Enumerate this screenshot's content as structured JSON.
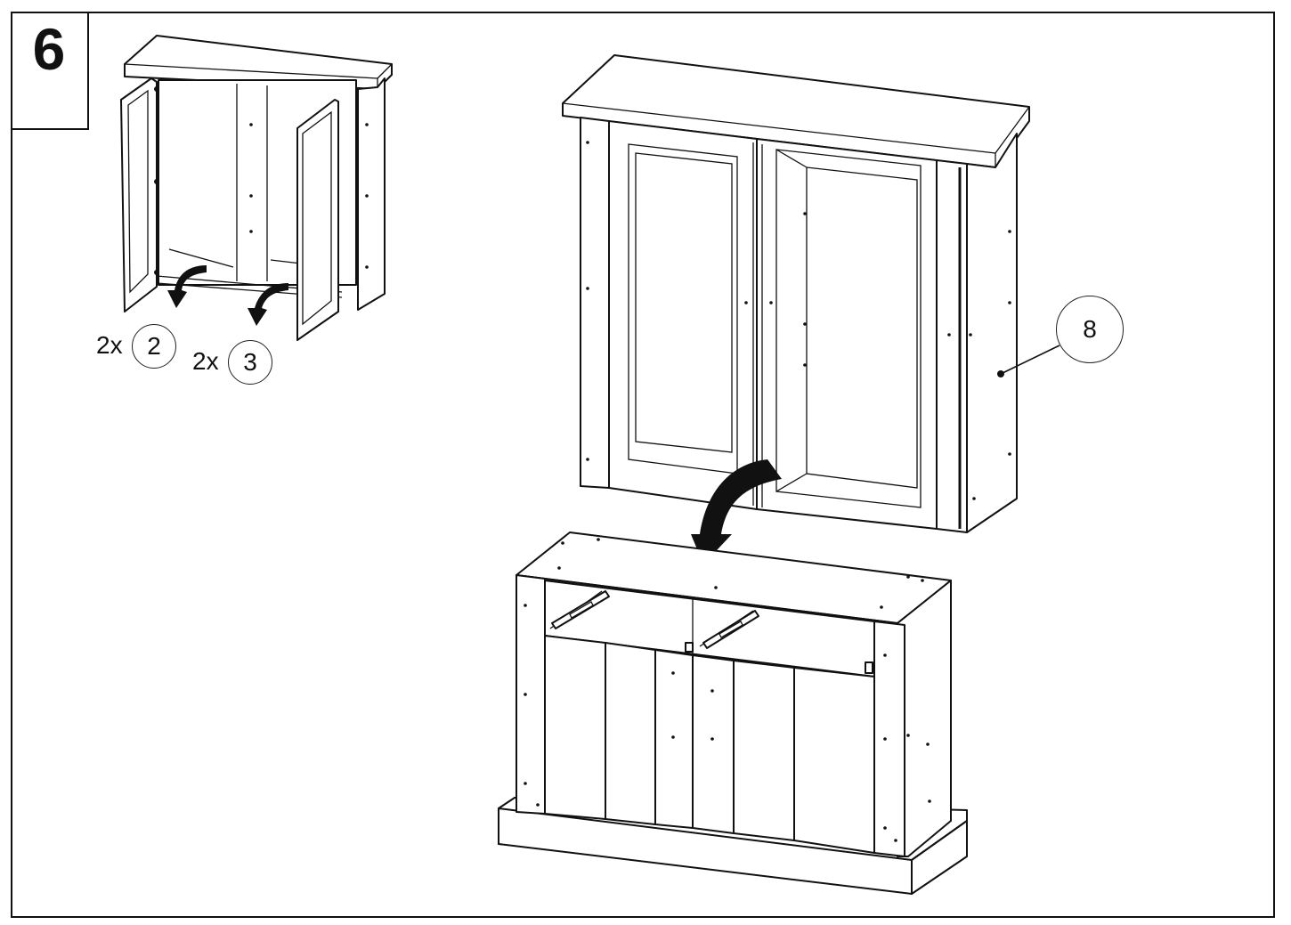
{
  "step": {
    "number": "6"
  },
  "parts": [
    {
      "quantity": "2x",
      "part": "2"
    },
    {
      "quantity": "2x",
      "part": "3"
    }
  ],
  "callout": {
    "part": "8"
  },
  "colors": {
    "line": "#111111",
    "background": "#ffffff"
  }
}
